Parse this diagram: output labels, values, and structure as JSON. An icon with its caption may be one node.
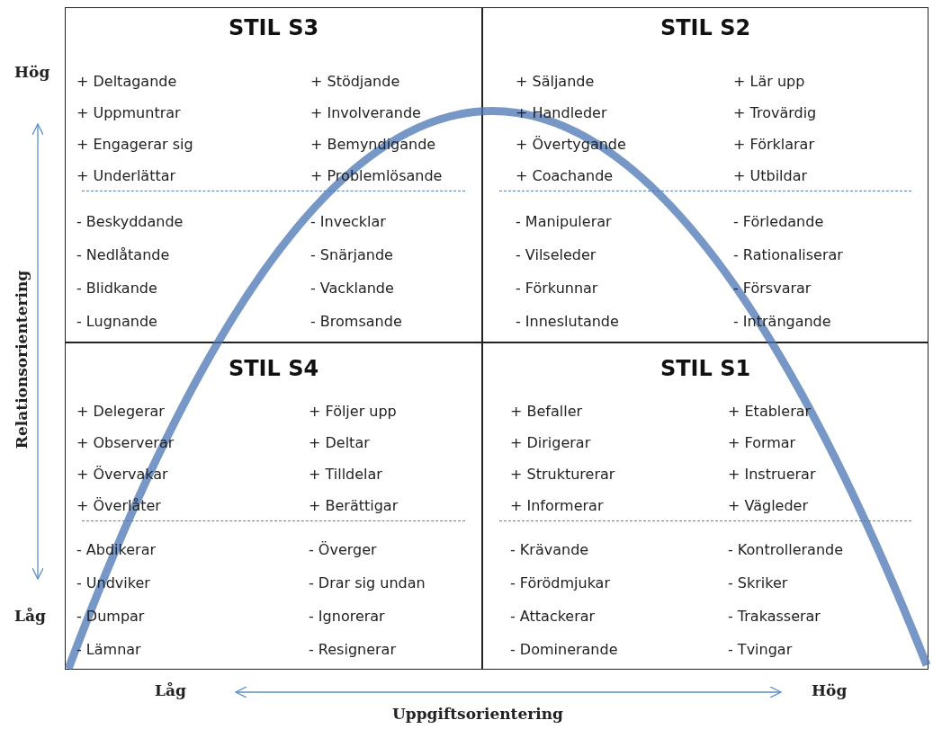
{
  "diagram": {
    "nodes": [
      {
        "text": [
          "STIL S3",
          "+ Deltagande",
          "+ Uppmuntrar",
          "+ Engagerar sig",
          "+ Underlättar",
          "+ Stödjande",
          "+ Involverande",
          "+ Bemyndigande",
          "+ Problemlösande",
          "- Beskyddande",
          "- Nedlåtande",
          "- Blidkande",
          "- Lugnande",
          "- Invecklar",
          "- Snärjande",
          "- Vacklande",
          "- Bromsande"
        ]
      },
      {
        "text": [
          "STIL S2",
          "+ Säljande",
          "+ Handleder",
          "+ Övertygande",
          "+ Coachande",
          "+ Lär upp",
          "+ Trovärdig",
          "+ Förklarar",
          "+ Utbildar",
          "- Manipulerar",
          "- Vilseleder",
          "- Förkunnar",
          "- Inneslutande",
          "- Förledande",
          "- Rationaliserar",
          "- Försvarar",
          "- Inträngande"
        ]
      },
      {
        "text": [
          "STIL S4",
          "+ Delegerar",
          "+ Observerar",
          "+ Övervakar",
          "+ Överlåter",
          "+ Följer upp",
          "+ Deltar",
          "+ Tilldelar",
          "+ Berättigar",
          "- Abdikerar",
          "- Undviker",
          "- Dumpar",
          "- Lämnar",
          "- Överger",
          "- Drar sig undan",
          "- Ignorerar",
          "- Resignerar"
        ]
      },
      {
        "text": [
          "STIL S1",
          "+ Befaller",
          "+ Dirigerar",
          "+ Strukturerar",
          "+ Informerar",
          "+ Etablerar",
          "+ Formar",
          "+ Instruerar",
          "+ Vägleder",
          "- Krävande",
          "- Förödmjukar",
          "- Attackerar",
          "- Dominerande",
          "- Kontrollerande",
          "- Skriker",
          "- Trakasserar",
          "- Tvingar"
        ]
      }
    ],
    "labels": [
      "Hög",
      "Relationsorientering",
      "Låg",
      "Låg",
      "Hög",
      "Uppgiftsorientering"
    ]
  }
}
